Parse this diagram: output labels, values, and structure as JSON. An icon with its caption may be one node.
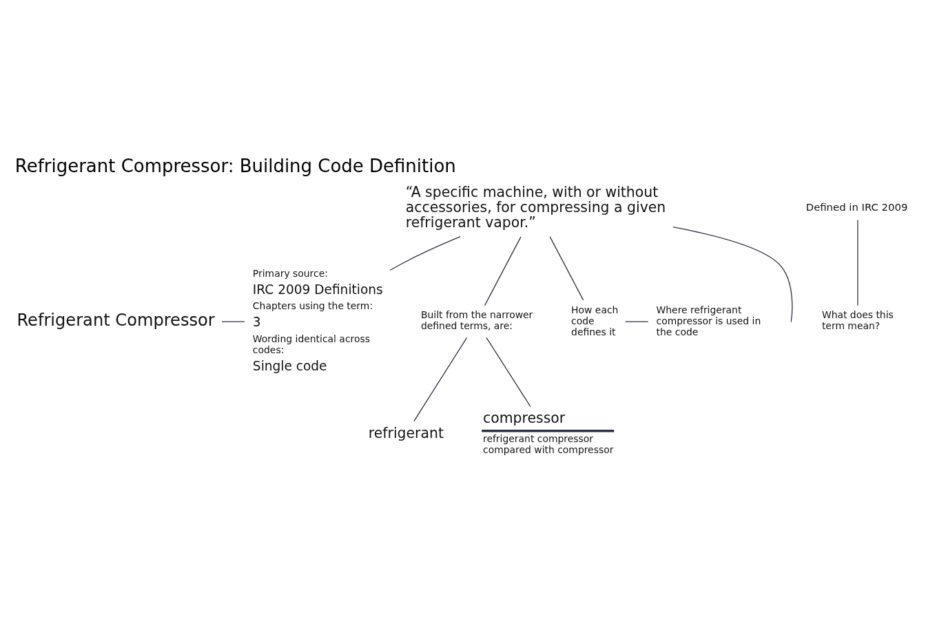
{
  "diagram": {
    "title": "Refrigerant Compressor: Building Code Definition",
    "nodes": [
      {
        "text": [
          "Refrigerant Compressor"
        ]
      },
      {
        "text": [
          "“A specific machine, with or without accessories, for compressing a given refrigerant vapor.”"
        ]
      },
      {
        "text": [
          "Defined in IRC 2009"
        ]
      },
      {
        "text": [
          "Primary source:",
          "IRC 2009 Definitions",
          "Chapters using the term:",
          "3",
          "Wording identical across codes:",
          "Single code"
        ]
      },
      {
        "text": [
          "Built from the narrower defined terms, are:"
        ]
      },
      {
        "text": [
          "What does this term mean?"
        ]
      },
      {
        "text": [
          "How each code defines it"
        ]
      },
      {
        "text": [
          "Where refrigerant compressor is used in the code"
        ]
      },
      {
        "text": [
          "refrigerant"
        ]
      },
      {
        "text": [
          "compressor"
        ],
        "beside": [
          "refrigerant compressor compared with compressor"
        ]
      }
    ],
    "edges": [
      {
        "from": 0,
        "to": 3,
        "arrow": "none"
      },
      {
        "from": 1,
        "to": 3,
        "arrow": "none"
      },
      {
        "from": 1,
        "to": 6,
        "arrow": "none"
      },
      {
        "from": 1,
        "to": null,
        "arrow": "none"
      },
      {
        "from": 2,
        "to": 5,
        "arrow": "none"
      },
      {
        "from": 1,
        "to": 4,
        "arrow": "none"
      },
      {
        "from": 6,
        "to": 7,
        "arrow": "none"
      },
      {
        "from": 4,
        "to": 8,
        "arrow": "none"
      },
      {
        "from": 4,
        "to": 9,
        "arrow": "none"
      }
    ]
  }
}
